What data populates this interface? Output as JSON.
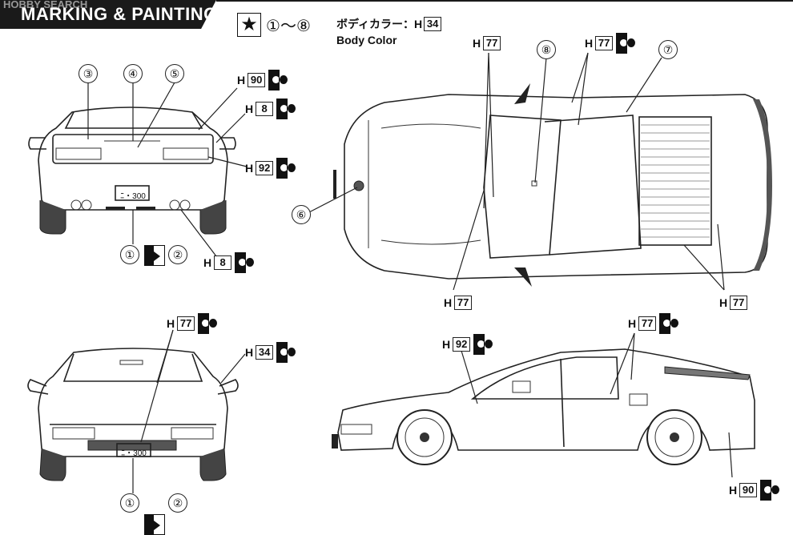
{
  "header": {
    "title": "MARKING & PAINTING",
    "watermark": "HOBBY SEARCH"
  },
  "legend": {
    "marking_range_start": "①",
    "marking_range_sep": "〜",
    "marking_range_end": "⑧",
    "body_color_label_jp": "ボディカラー：",
    "body_color_h": "H",
    "body_color_code": "34",
    "body_color_label_en": "Body Color"
  },
  "markers": {
    "rear": [
      "③",
      "④",
      "⑤"
    ],
    "rear_bottom_left": "①",
    "rear_bottom_right": "②",
    "front_bottom_left": "①",
    "front_bottom_right": "②",
    "top_6": "⑥",
    "top_7": "⑦",
    "top_8": "⑧"
  },
  "paints": {
    "rear_h90": {
      "h": "H",
      "code": "90"
    },
    "rear_h8_top": {
      "h": "H",
      "code": "8"
    },
    "rear_h92": {
      "h": "H",
      "code": "92"
    },
    "rear_h8_bottom": {
      "h": "H",
      "code": "8"
    },
    "front_h77": {
      "h": "H",
      "code": "77"
    },
    "front_h34": {
      "h": "H",
      "code": "34"
    },
    "top_h77_a": {
      "h": "H",
      "code": "77"
    },
    "top_h77_b": {
      "h": "H",
      "code": "77"
    },
    "top_h77_c": {
      "h": "H",
      "code": "77"
    },
    "top_h77_d": {
      "h": "H",
      "code": "77"
    },
    "side_h92": {
      "h": "H",
      "code": "92"
    },
    "side_h77": {
      "h": "H",
      "code": "77"
    },
    "side_h90": {
      "h": "H",
      "code": "90"
    }
  },
  "plates": {
    "rear_plate": "ﾆ・300",
    "front_plate": "ﾆ・300"
  },
  "icons": {
    "star": "star-icon",
    "spray": "spray-paint-icon",
    "flip": "decal-flip-icon"
  }
}
